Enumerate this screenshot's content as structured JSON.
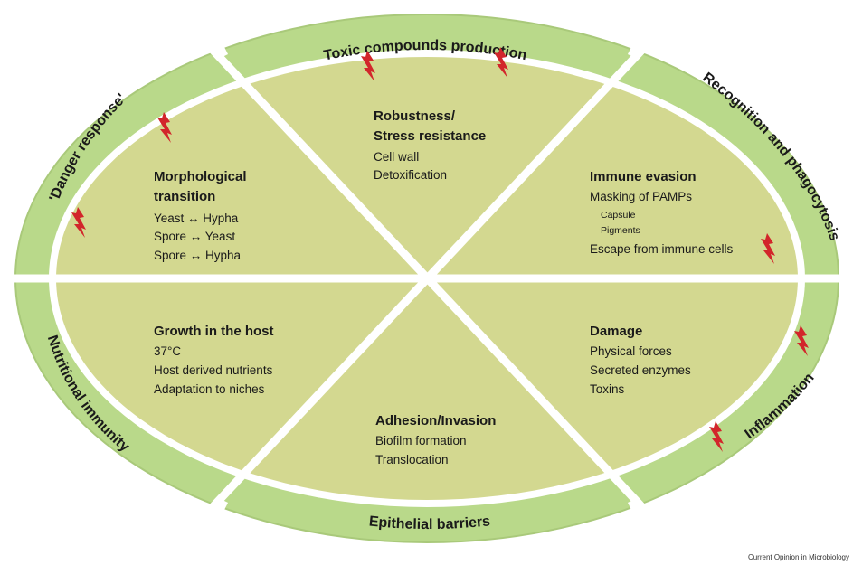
{
  "colors": {
    "ring": "#b9d98a",
    "ring_stroke": "#a9c97a",
    "sector": "#d3d890",
    "divider": "#ffffff",
    "bolt": "#d2262b"
  },
  "outer_labels": {
    "top": "Toxic compounds production",
    "top_right": "Recognition and phagocytosis",
    "bottom_right": "Inflammation",
    "bottom": "Epithelial barriers",
    "bottom_left": "Nutritional immunity",
    "top_left": "'Danger response'"
  },
  "sectors": {
    "top": {
      "title_1": "Robustness/",
      "title_2": "Stress resistance",
      "items": [
        "Cell wall",
        "Detoxification"
      ]
    },
    "upper_left": {
      "title_1": "Morphological",
      "title_2": "transition",
      "items": [
        "Yeast ↔ Hypha",
        "Spore ↔ Yeast",
        "Spore ↔ Hypha"
      ]
    },
    "upper_right": {
      "title": "Immune evasion",
      "item_1": "Masking of PAMPs",
      "sub_1": "Capsule",
      "sub_2": "Pigments",
      "item_2": "Escape from immune cells"
    },
    "lower_left": {
      "title": "Growth in the host",
      "items": [
        "37°C",
        "Host derived nutrients",
        "Adaptation to niches"
      ]
    },
    "lower_right": {
      "title": "Damage",
      "items": [
        "Physical forces",
        "Secreted enzymes",
        "Toxins"
      ]
    },
    "bottom": {
      "title": "Adhesion/Invasion",
      "items": [
        "Biofilm formation",
        "Translocation"
      ]
    }
  },
  "icons": [
    "lightning-bolt-icon"
  ],
  "credit": "Current Opinion in Microbiology"
}
